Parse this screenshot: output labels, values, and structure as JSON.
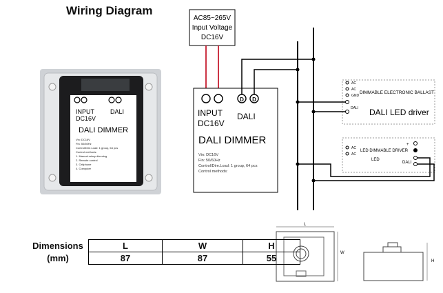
{
  "title": "Wiring Diagram",
  "supply_box": {
    "line1": "AC85~265V",
    "line2": "Input Voltage",
    "line3": "DC16V"
  },
  "photo": {
    "input_label": "INPUT",
    "dc_label": "DC16V",
    "dali_label": "DALI",
    "name": "DALI DIMMER",
    "spec_lines": [
      "Vin: DC16V",
      "Fin: 50/60Hz",
      "Control/Dire.Load: 1 group, 64 pcs",
      "Control methods:",
      "1. Manual rotary dimming",
      "2. Remote control",
      "3. Cellphone",
      "4. Computer"
    ]
  },
  "dimmer": {
    "input_label": "INPUT",
    "dc_label": "DC16V",
    "dali_label": "DALI",
    "terminal_letter": "D",
    "name": "DALI DIMMER",
    "spec_lines": [
      "Vin: DC16V",
      "Fin: 50/60Hz",
      "Control/Dire.Load: 1 group, 64 pcs",
      "Control methods:"
    ]
  },
  "ballast": {
    "title": "DIMMABLE ELECTRONIC BALLAST",
    "terminals": [
      "AC",
      "AC",
      "GND"
    ],
    "dali_terminal": "DALI",
    "label": "DALI LED driver"
  },
  "led_driver": {
    "title": "LED DIMMABLE DRIVER",
    "terminals": [
      "AC",
      "AC"
    ],
    "led_label": "LED",
    "dali_label": "DALI",
    "pol_plus": "+",
    "pol_minus": "-"
  },
  "dimensions": {
    "row_label_1": "Dimensions",
    "row_label_2": "(mm)",
    "headers": [
      "L",
      "W",
      "H"
    ],
    "values": [
      "87",
      "87",
      "55"
    ]
  },
  "drawing": {
    "w_label": "W",
    "l_label": "L",
    "h_label": "H"
  },
  "colors": {
    "wire": "#000000",
    "power_wire": "#cc3344"
  }
}
